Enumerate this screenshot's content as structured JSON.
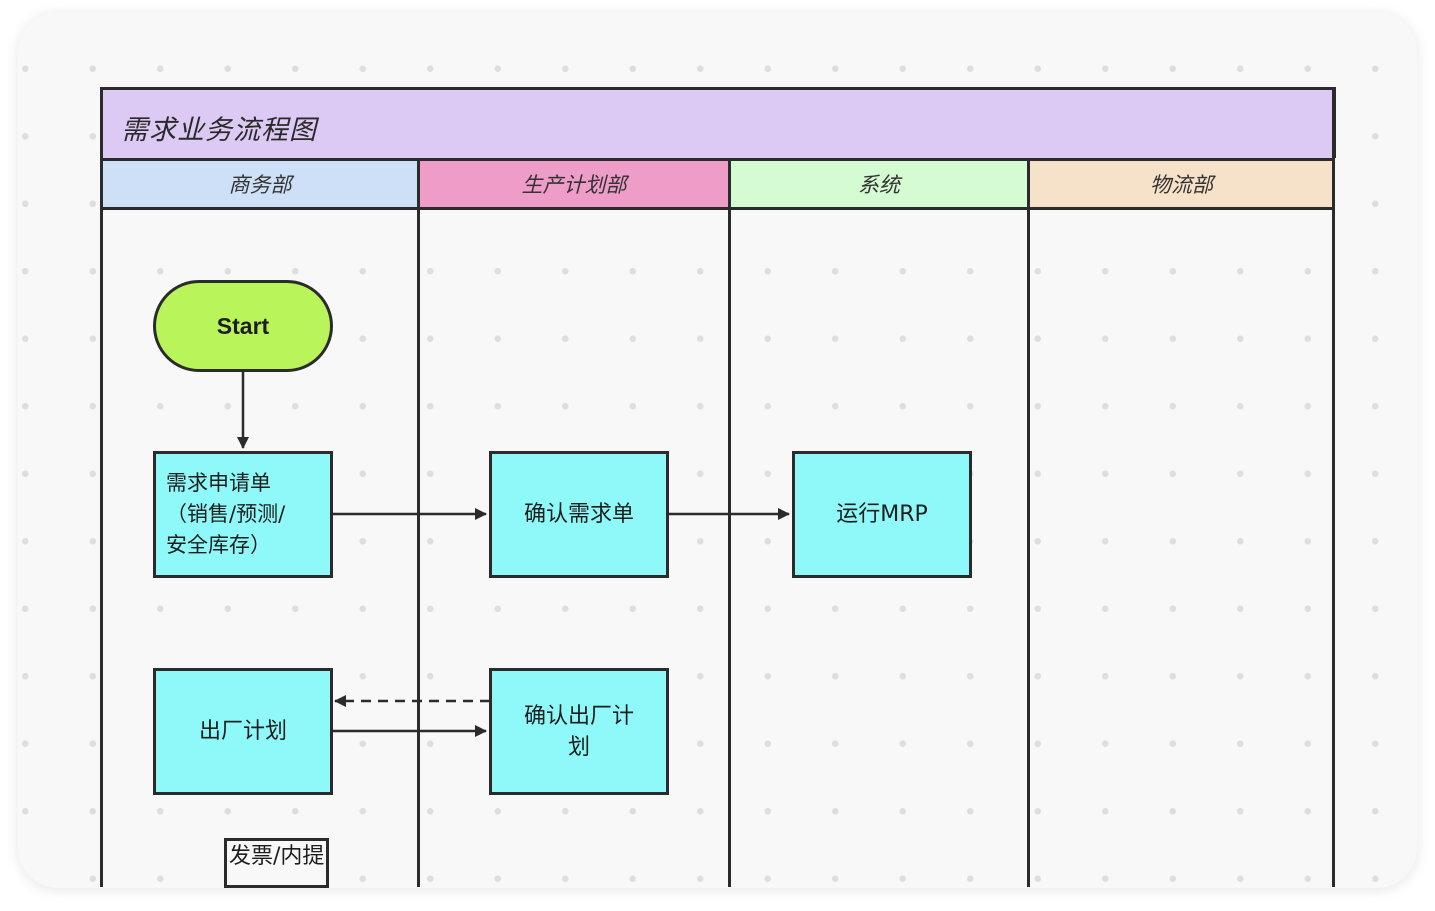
{
  "diagram": {
    "title": "需求业务流程图",
    "lanes": [
      {
        "label": "商务部",
        "color": "#cde0f7"
      },
      {
        "label": "生产计划部",
        "color": "#ee9cc8"
      },
      {
        "label": "系统",
        "color": "#d4fbd2"
      },
      {
        "label": "物流部",
        "color": "#f6e2c8"
      }
    ],
    "nodes": {
      "start": "Start",
      "demand_request": "需求申请单\n（销售/预测/\n安全库存）",
      "confirm_demand": "确认需求单",
      "run_mrp": "运行MRP",
      "shipment_plan": "出厂计划",
      "confirm_shipment_plan": "确认出厂计\n划",
      "invoice_label": "发票/内提"
    },
    "colors": {
      "process_fill": "#8ff8f8",
      "start_fill": "#b9f45a",
      "header_fill": "#dcc9f4",
      "stroke": "#2b2b2b"
    }
  }
}
